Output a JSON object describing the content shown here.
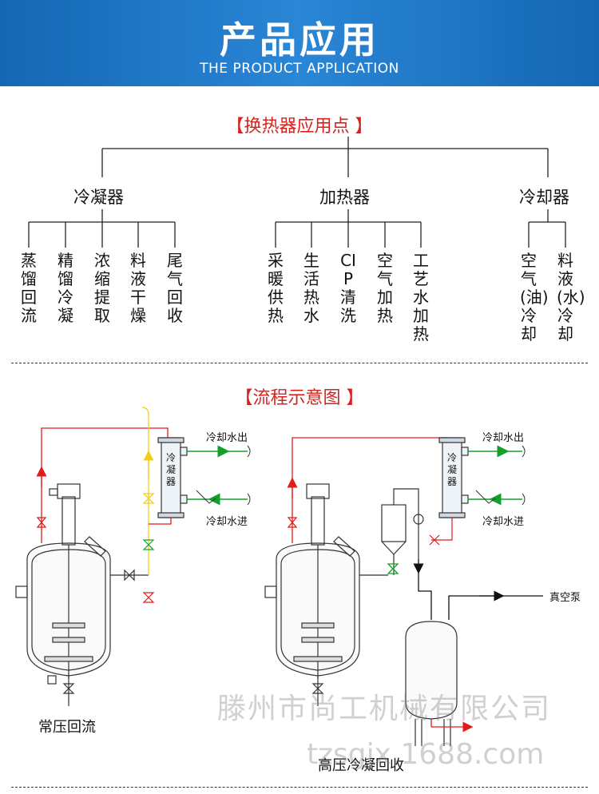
{
  "header": {
    "title": "产品应用",
    "subtitle": "THE PRODUCT APPLICATION"
  },
  "section1": {
    "title": "【换热器应用点 】",
    "categories": [
      {
        "label": "冷凝器",
        "items": [
          "蒸馏回流",
          "精馏冷凝",
          "浓缩提取",
          "料液干燥",
          "尾气回收"
        ]
      },
      {
        "label": "加热器",
        "items": [
          "采暖供热",
          "生活热水",
          "CIP清洗",
          "空气加热",
          "工艺水加热"
        ]
      },
      {
        "label": "冷却器",
        "items": [
          "空气(油)冷却",
          "料液(水)冷却"
        ]
      }
    ]
  },
  "section2": {
    "title": "【流程示意图 】",
    "left": {
      "condenser_label": "冷凝器",
      "water_out": "冷却水出",
      "water_in": "冷却水进",
      "caption": "常压回流"
    },
    "right": {
      "condenser_label": "冷凝器",
      "water_out": "冷却水出",
      "water_in": "冷却水进",
      "vacuum": "真空泵",
      "caption": "高压冷凝回收"
    }
  },
  "watermark": {
    "company": "滕州市尚工机械有限公司",
    "site": "tzsgjx.1688.com"
  }
}
